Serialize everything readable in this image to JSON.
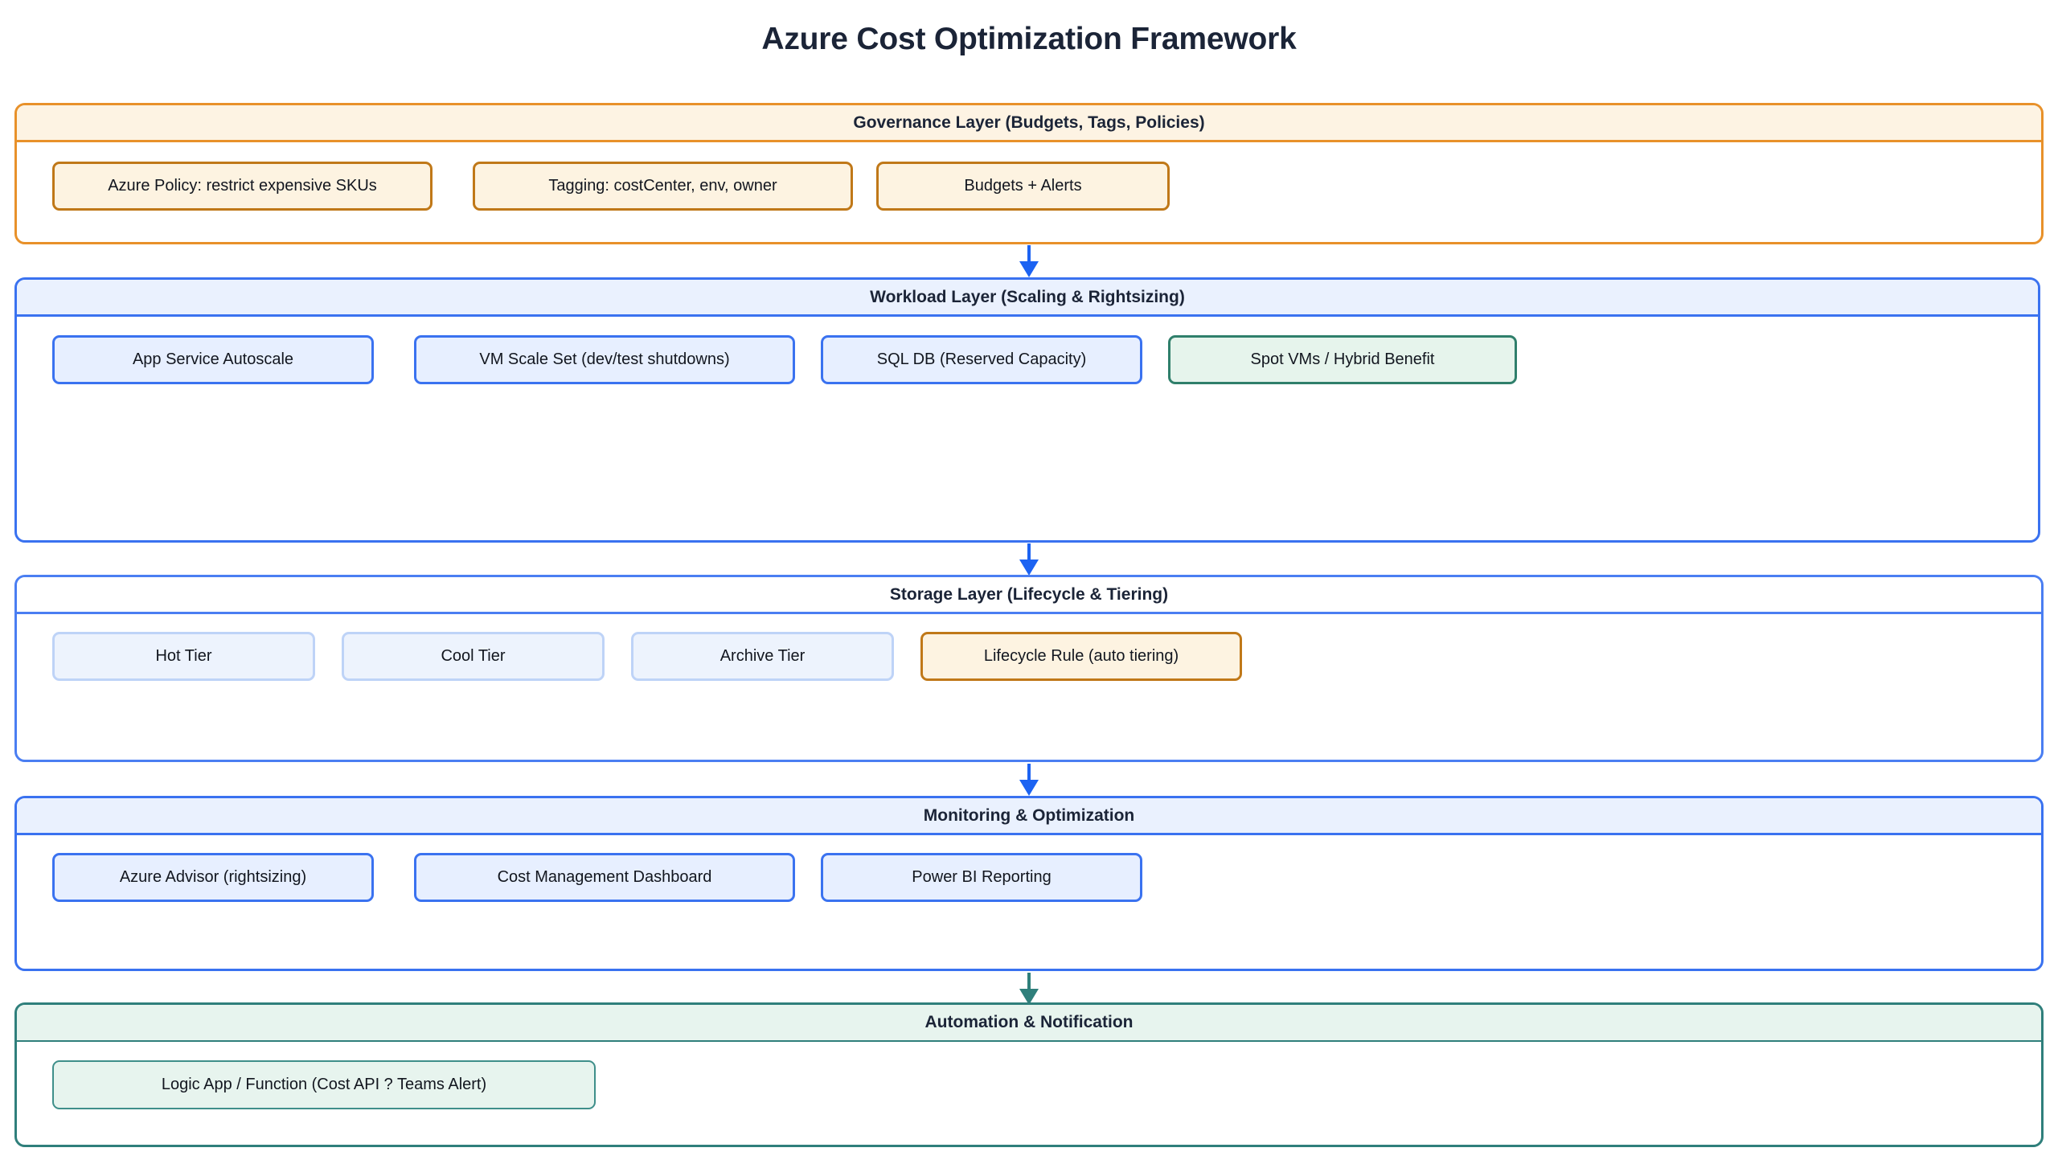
{
  "title": "Azure Cost Optimization Framework",
  "layers": [
    {
      "id": "governance",
      "header": "Governance Layer (Budgets, Tags, Policies)",
      "theme": "orange",
      "nodes": [
        {
          "label": "Azure Policy: restrict expensive SKUs",
          "style": "orange"
        },
        {
          "label": "Tagging: costCenter, env, owner",
          "style": "orange"
        },
        {
          "label": "Budgets + Alerts",
          "style": "orange"
        }
      ]
    },
    {
      "id": "workload",
      "header": "Workload Layer (Scaling & Rightsizing)",
      "theme": "blue",
      "nodes": [
        {
          "label": "App Service Autoscale",
          "style": "blue"
        },
        {
          "label": "VM Scale Set (dev/test shutdowns)",
          "style": "blue"
        },
        {
          "label": "SQL DB (Reserved Capacity)",
          "style": "blue"
        },
        {
          "label": "Spot VMs / Hybrid Benefit",
          "style": "green"
        }
      ]
    },
    {
      "id": "storage",
      "header": "Storage Layer (Lifecycle & Tiering)",
      "theme": "blue-light",
      "nodes": [
        {
          "label": "Hot Tier",
          "style": "blue-soft"
        },
        {
          "label": "Cool Tier",
          "style": "blue-soft"
        },
        {
          "label": "Archive Tier",
          "style": "blue-soft"
        },
        {
          "label": "Lifecycle Rule (auto tiering)",
          "style": "orange"
        }
      ]
    },
    {
      "id": "monitoring",
      "header": "Monitoring & Optimization",
      "theme": "blue",
      "nodes": [
        {
          "label": "Azure Advisor (rightsizing)",
          "style": "blue"
        },
        {
          "label": "Cost Management Dashboard",
          "style": "blue"
        },
        {
          "label": "Power BI Reporting",
          "style": "blue"
        }
      ]
    },
    {
      "id": "automation",
      "header": "Automation & Notification",
      "theme": "teal",
      "nodes": [
        {
          "label": "Logic App / Function (Cost API ? Teams Alert)",
          "style": "teal"
        }
      ]
    }
  ],
  "connectors": [
    {
      "from": "governance",
      "to": "workload",
      "color": "blue"
    },
    {
      "from": "workload",
      "to": "storage",
      "color": "blue"
    },
    {
      "from": "storage",
      "to": "monitoring",
      "color": "blue"
    },
    {
      "from": "monitoring",
      "to": "automation",
      "color": "teal"
    }
  ],
  "colors": {
    "title_text": "#1b2437",
    "governance_border": "#e8912a",
    "governance_fill": "#fdf3e3",
    "workload_border": "#3a72f0",
    "workload_fill": "#eaf1fe",
    "storage_border": "#4a7ef2",
    "storage_node_border": "#bed3f7",
    "automation_border": "#2f7f7b",
    "automation_fill": "#e7f4ee",
    "green_node_border": "#2f7f6b",
    "arrow_blue": "#1c63f2",
    "arrow_teal": "#2f7f7b"
  }
}
